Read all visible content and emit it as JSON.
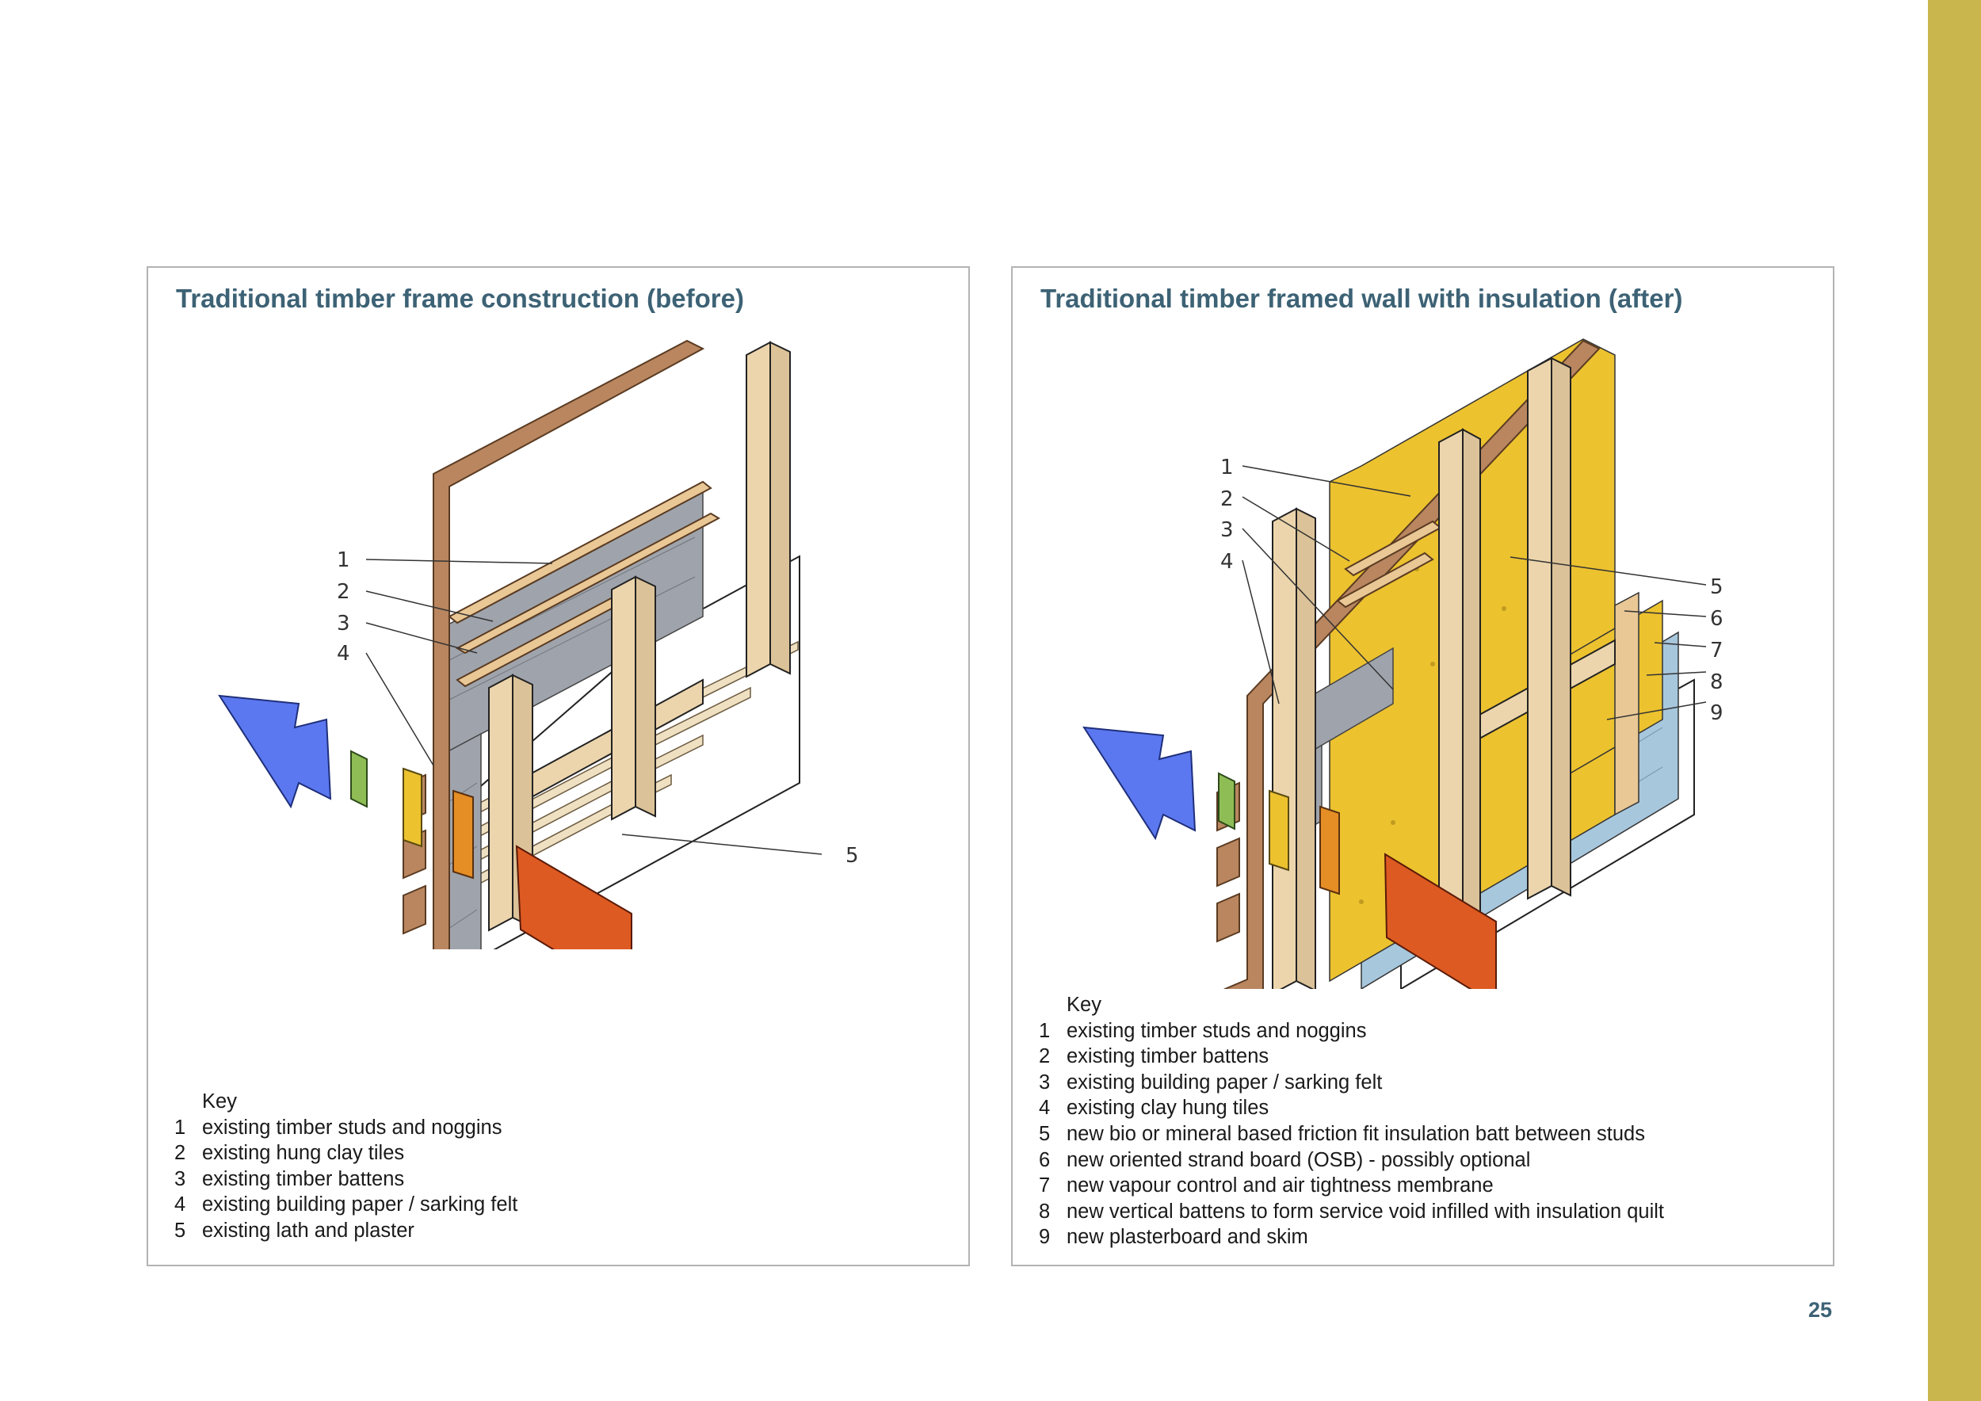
{
  "left_panel": {
    "title": "Traditional timber frame construction (before)",
    "callouts": [
      "1",
      "2",
      "3",
      "4",
      "5"
    ],
    "key": {
      "heading": "Key",
      "items": [
        {
          "num": "1",
          "text": "existing timber studs and noggins"
        },
        {
          "num": "2",
          "text": "existing hung clay tiles"
        },
        {
          "num": "3",
          "text": "existing timber battens"
        },
        {
          "num": "4",
          "text": "existing building paper / sarking felt"
        },
        {
          "num": "5",
          "text": "existing lath and plaster"
        }
      ]
    }
  },
  "right_panel": {
    "title": "Traditional timber framed wall with insulation (after)",
    "callouts": [
      "1",
      "2",
      "3",
      "4",
      "5",
      "6",
      "7",
      "8",
      "9"
    ],
    "key": {
      "heading": "Key",
      "items": [
        {
          "num": "1",
          "text": "existing timber studs and noggins"
        },
        {
          "num": "2",
          "text": "existing timber battens"
        },
        {
          "num": "3",
          "text": "existing building paper / sarking felt"
        },
        {
          "num": "4",
          "text": "existing clay hung tiles"
        },
        {
          "num": "5",
          "text": "new bio or mineral based friction fit insulation batt between studs"
        },
        {
          "num": "6",
          "text": "new oriented strand board (OSB) - possibly optional"
        },
        {
          "num": "7",
          "text": "new vapour control and air tightness membrane"
        },
        {
          "num": "8",
          "text": "new vertical battens to form service void infilled with insulation quilt"
        },
        {
          "num": "9",
          "text": "new plasterboard and skim"
        }
      ]
    }
  },
  "page_number": "25",
  "colors": {
    "accent_bar": "#c9b74e",
    "title": "#3d6275",
    "timber": "#ecd5ad",
    "tiles": "#b98660",
    "felt": "#9fa4ac",
    "insulation": "#ecc22f",
    "membrane": "#a7c7dd",
    "arrow_blue": "#5b78f0",
    "green": "#8fbd55",
    "orange_red": "#dd5a22",
    "orange": "#e58e25"
  }
}
